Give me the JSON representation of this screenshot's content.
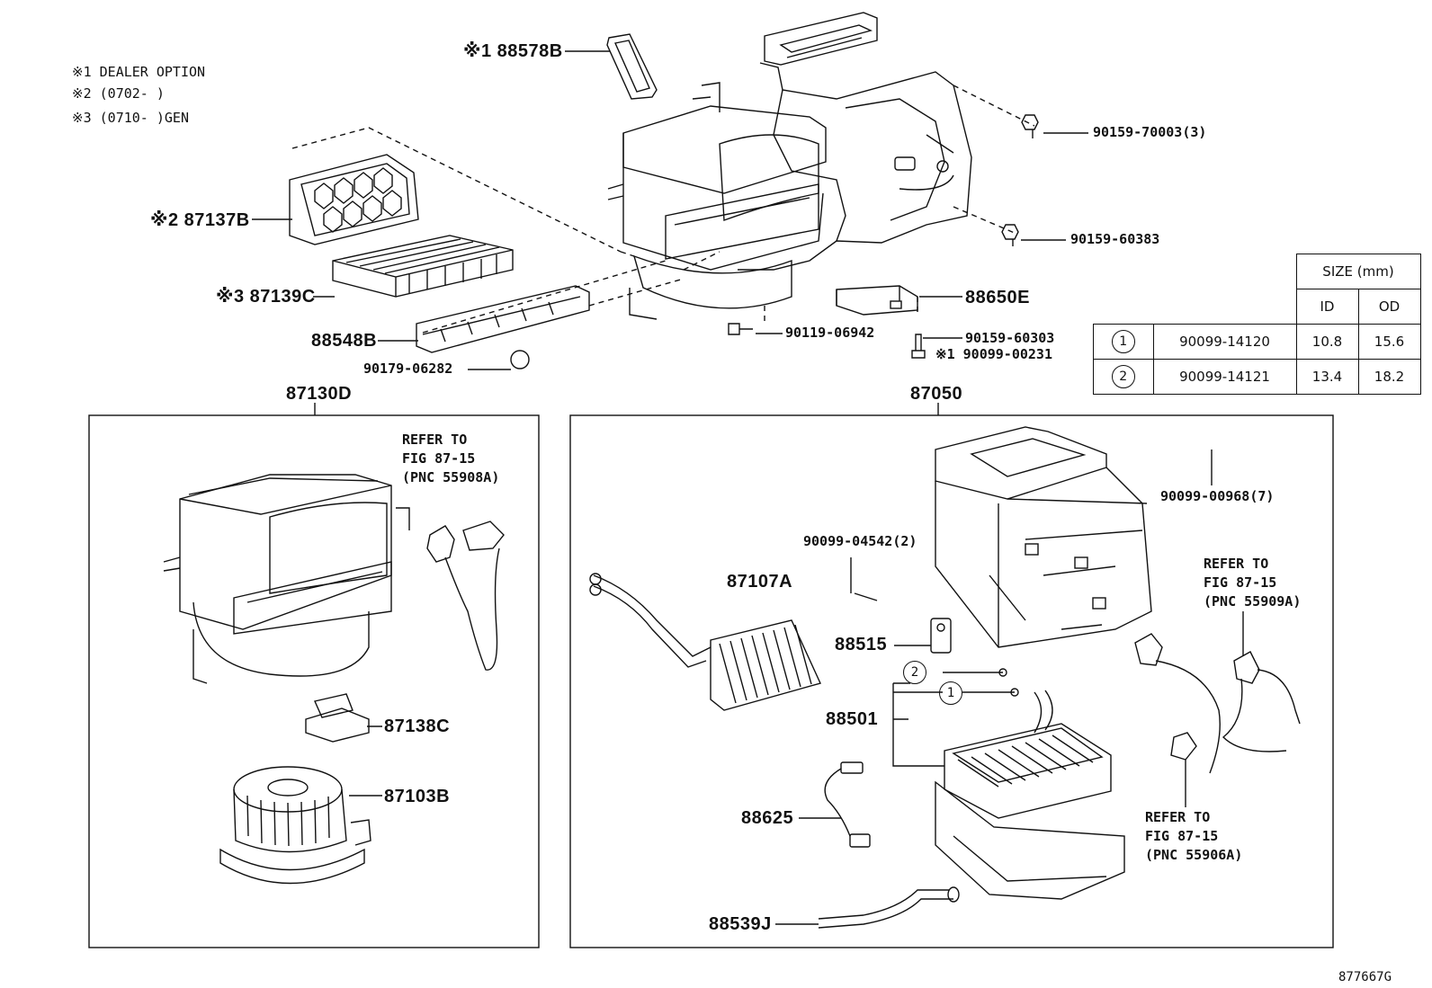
{
  "notes": {
    "n1": "※1 DEALER OPTION",
    "n2": "※2 (0702-     )",
    "n3": "※3 (0710-     )GEN"
  },
  "parts": {
    "p88578b": "※1 88578B",
    "p87137b": "※2 87137B",
    "p87139c": "※3 87139C",
    "p88548b": "88548B",
    "p90179": "90179-06282",
    "p90159_70003": "90159-70003(3)",
    "p90159_60383": "90159-60383",
    "p88650e": "88650E",
    "p90119": "90119-06942",
    "p90159_60303": "90159-60303",
    "p90099_00231": "※1 90099-00231",
    "p87130d": "87130D",
    "p87050": "87050",
    "p87138c": "87138C",
    "p87103b": "87103B",
    "p87107a": "87107A",
    "p90099_04542": "90099-04542(2)",
    "p90099_00968": "90099-00968(7)",
    "p88515": "88515",
    "p88501": "88501",
    "p88625": "88625",
    "p88539j": "88539J",
    "fig_id": "877667G"
  },
  "refs": {
    "r1": "REFER TO\nFIG 87-15\n(PNC 55908A)",
    "r2": "REFER TO\nFIG 87-15\n(PNC 55909A)",
    "r3": "REFER TO\nFIG 87-15\n(PNC 55906A)"
  },
  "size_table": {
    "header": "SIZE (mm)",
    "col_id": "ID",
    "col_od": "OD",
    "rows": [
      {
        "mark": "1",
        "part": "90099-14120",
        "id": "10.8",
        "od": "15.6"
      },
      {
        "mark": "2",
        "part": "90099-14121",
        "id": "13.4",
        "od": "18.2"
      }
    ]
  },
  "callouts": {
    "c1": "1",
    "c2": "2"
  }
}
